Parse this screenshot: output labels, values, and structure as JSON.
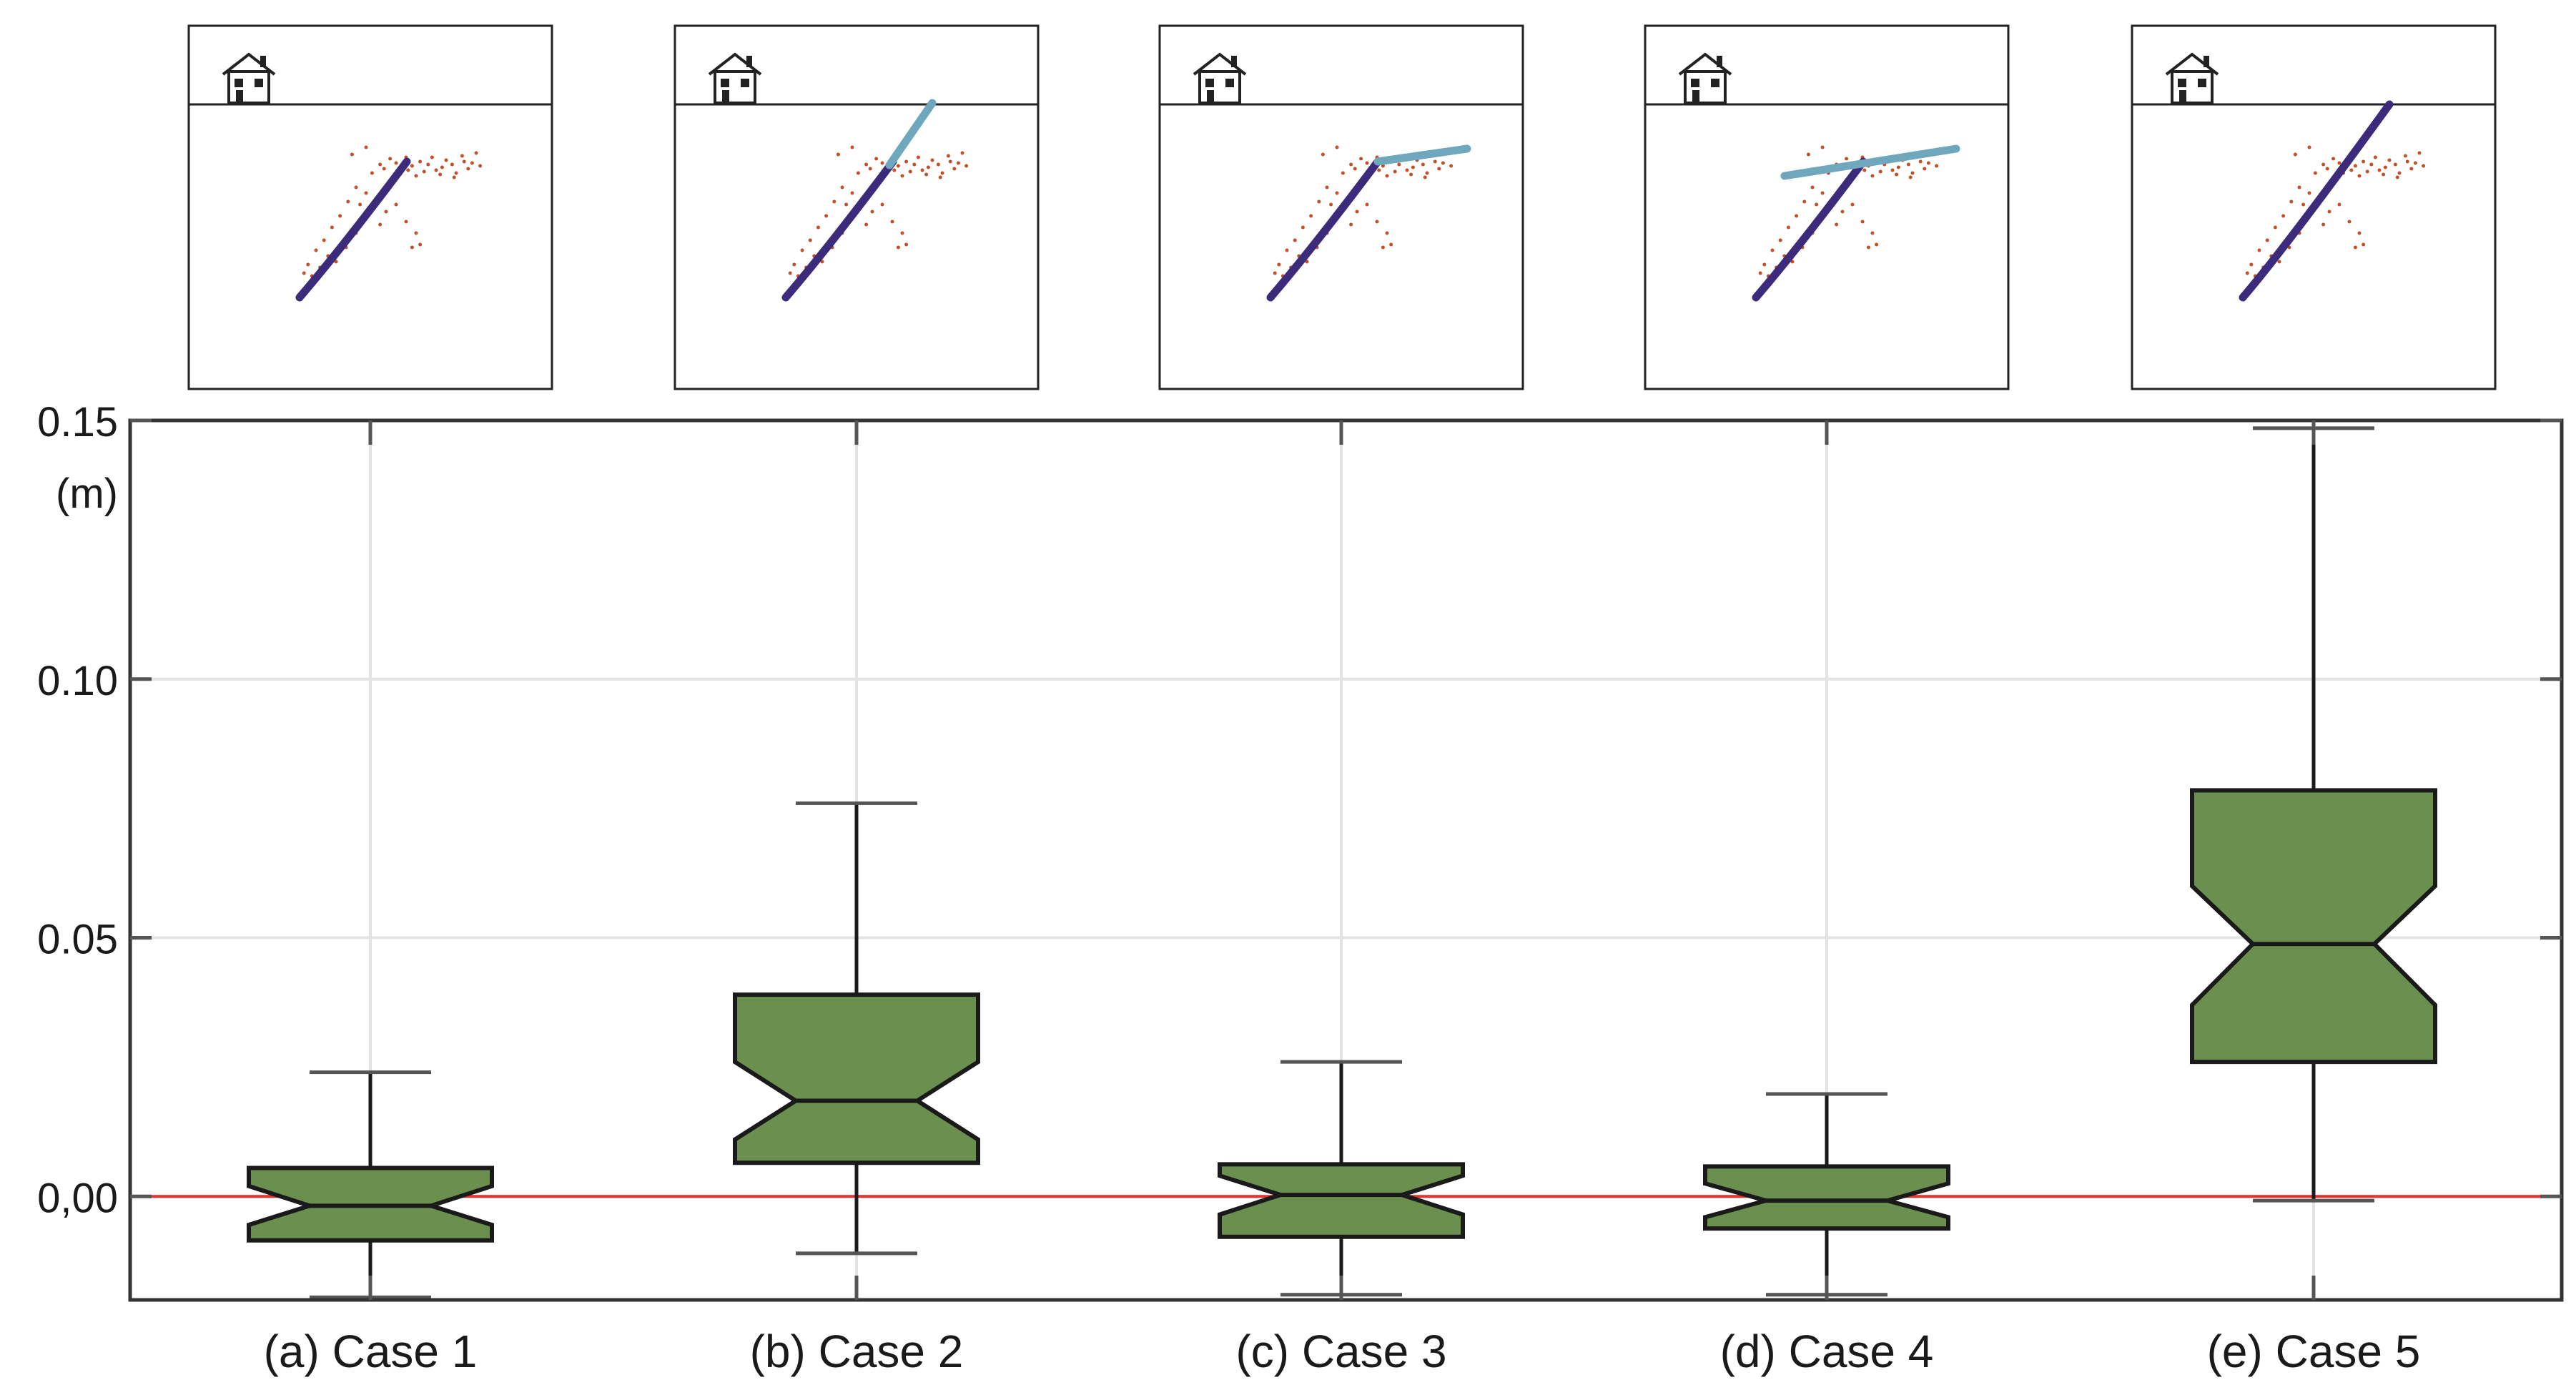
{
  "chart_data": {
    "type": "box",
    "title": "",
    "xlabel": "",
    "ylabel": "",
    "unit": "(m)",
    "ylim": [
      -0.02,
      0.15
    ],
    "yticks": [
      0.15,
      0.1,
      0.05,
      0.0
    ],
    "ytick_labels": [
      "0.15",
      "0.10",
      "0.05",
      "0,00"
    ],
    "grid": true,
    "notched": true,
    "reference_line": 0.0,
    "colors": {
      "box_fill": "#6b8f4e",
      "box_edge": "#1a1a1a",
      "reference_line": "#e8302a",
      "grid": "#e3e3e3",
      "fault_main": "#3c2a7a",
      "fault_secondary": "#6fa8bd",
      "events": "#c0502a"
    },
    "categories": [
      "(a) Case 1",
      "(b) Case 2",
      "(c) Case 3",
      "(d) Case 4",
      "(e) Case 5"
    ],
    "boxes": [
      {
        "whisker_low": -0.0195,
        "q1": -0.0085,
        "median": -0.0018,
        "q3": 0.0055,
        "whisker_high": 0.024,
        "notch_low": -0.0055,
        "notch_high": 0.002
      },
      {
        "whisker_low": -0.011,
        "q1": 0.0065,
        "median": 0.0185,
        "q3": 0.039,
        "whisker_high": 0.076,
        "notch_low": 0.011,
        "notch_high": 0.026
      },
      {
        "whisker_low": -0.019,
        "q1": -0.0078,
        "median": 0.0003,
        "q3": 0.0062,
        "whisker_high": 0.026,
        "notch_low": -0.0035,
        "notch_high": 0.004
      },
      {
        "whisker_low": -0.019,
        "q1": -0.0062,
        "median": -0.0008,
        "q3": 0.0058,
        "whisker_high": 0.0198,
        "notch_low": -0.004,
        "notch_high": 0.0025
      },
      {
        "whisker_low": -0.0008,
        "q1": 0.026,
        "median": 0.0488,
        "q3": 0.0785,
        "whisker_high": 0.1485,
        "notch_low": 0.037,
        "notch_high": 0.06
      }
    ],
    "insets": [
      {
        "icon": "house-icon",
        "secondary_fault": "none"
      },
      {
        "icon": "house-icon",
        "secondary_fault": "upward-extension"
      },
      {
        "icon": "house-icon",
        "secondary_fault": "right-branch"
      },
      {
        "icon": "house-icon",
        "secondary_fault": "crossing-branch"
      },
      {
        "icon": "house-icon",
        "secondary_fault": "none"
      }
    ]
  }
}
